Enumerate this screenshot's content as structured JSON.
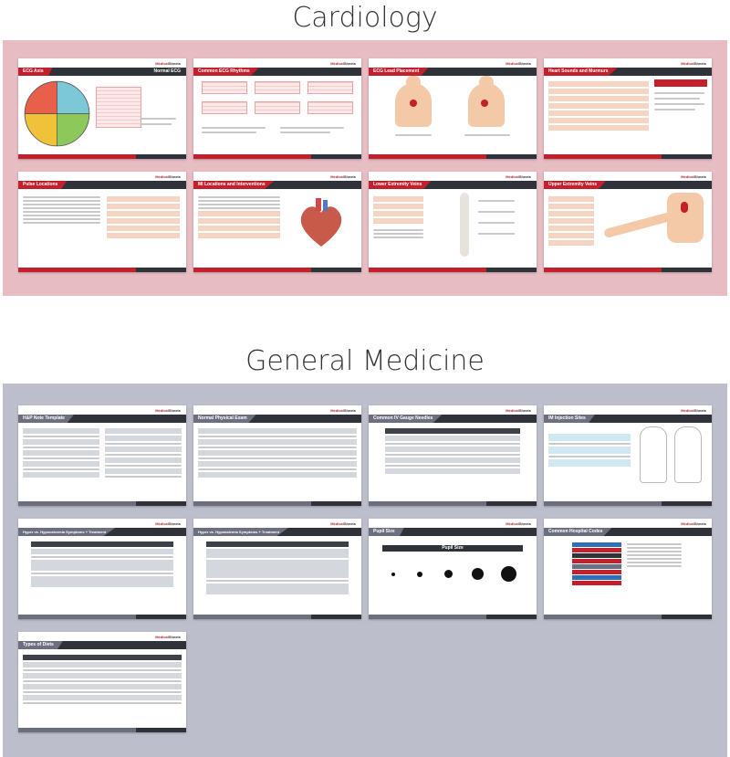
{
  "sections": {
    "cardiology": "Cardiology",
    "general": "General Medicine"
  },
  "brand": {
    "prefix": "Medical",
    "suffix": "Sheets"
  },
  "cardiology_cards": [
    "ECG Axis",
    "Common ECG Rhythms",
    "ECG Lead Placement",
    "Heart Sounds and Murmurs",
    "Pulse Locations",
    "MI Locations and Interventions",
    "Lower Extremity Veins",
    "Upper Extremity Veins"
  ],
  "ecg_axis_sub": "Normal ECG",
  "general_cards": [
    "H&P Note Template",
    "Normal Physical Exam",
    "Common IV Gauge Needles",
    "IM Injection Sites",
    "Hyper vs. Hypocalcemia Symptoms + Treatment",
    "Hyper vs. Hypokalemia Symptoms + Treatment",
    "Pupil Size",
    "Common Hospital Codes",
    "Types of Diets"
  ],
  "pupil_size_label": "Pupil Size",
  "colors": {
    "cardio_panel": "#e7bcc3",
    "general_panel": "#bcbfcb",
    "accent_red": "#c3202b",
    "dark": "#2f3238"
  }
}
